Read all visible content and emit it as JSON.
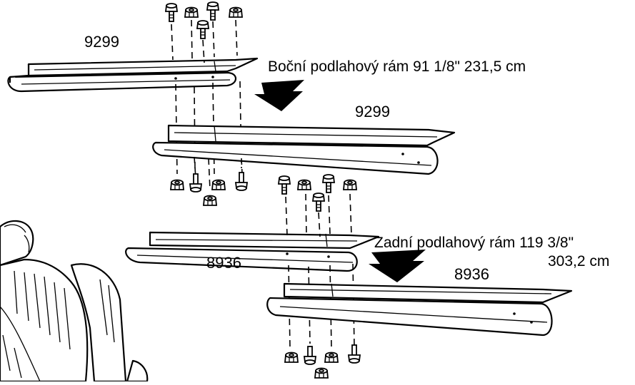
{
  "labels": {
    "upper_part_left": "9299",
    "upper_part_right": "9299",
    "upper_caption": "Boční podlahový rám 91 1/8\" 231,5 cm",
    "lower_part_left": "8936",
    "lower_part_right": "8936",
    "lower_caption_line1": "Zadní podlahový rám 119 3/8\"",
    "lower_caption_line2": "303,2 cm"
  },
  "colors": {
    "ink": "#000000",
    "paper": "#ffffff"
  },
  "icons": [
    "bolt-icon",
    "nut-icon",
    "assembly-arrow-icon",
    "worker-figure"
  ]
}
